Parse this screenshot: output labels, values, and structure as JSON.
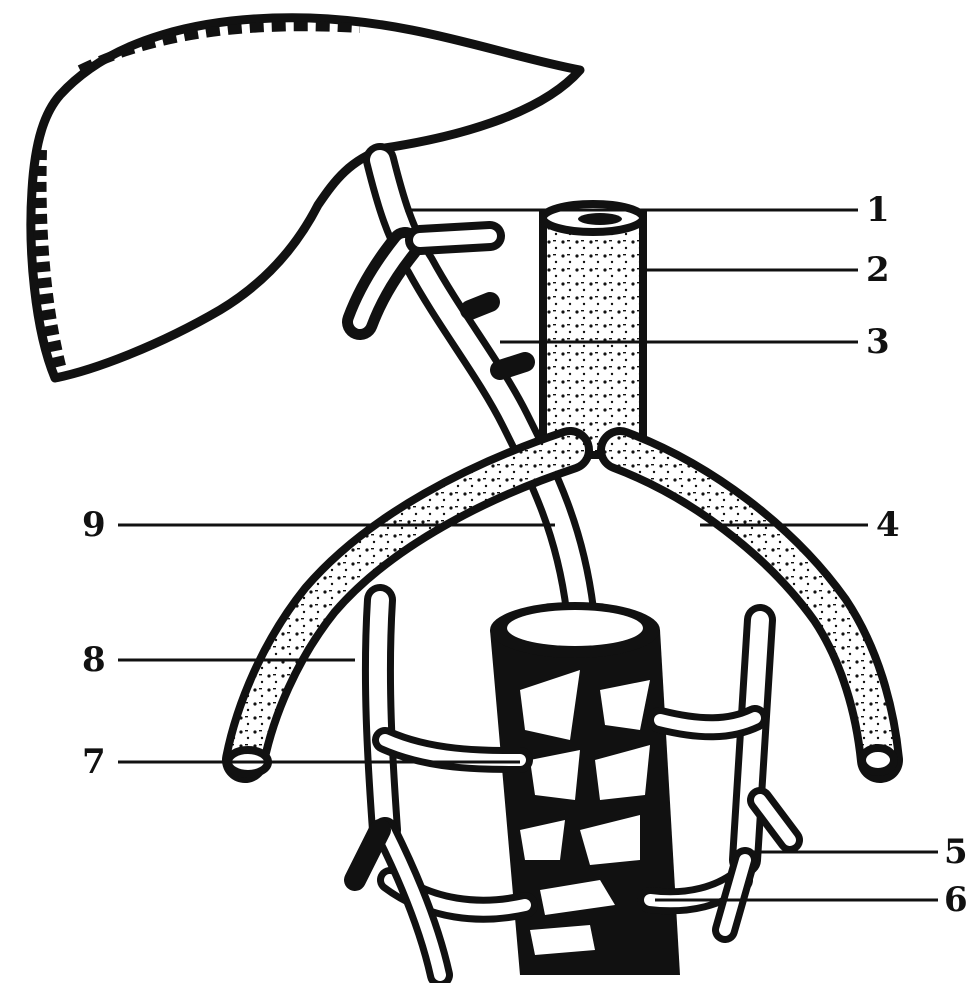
{
  "colors": {
    "ink": "#111111",
    "paper": "#ffffff"
  },
  "labels": {
    "l1": "1",
    "l2": "2",
    "l3": "3",
    "l4": "4",
    "l5": "5",
    "l6": "6",
    "l7": "7",
    "l8": "8",
    "l9": "9"
  }
}
